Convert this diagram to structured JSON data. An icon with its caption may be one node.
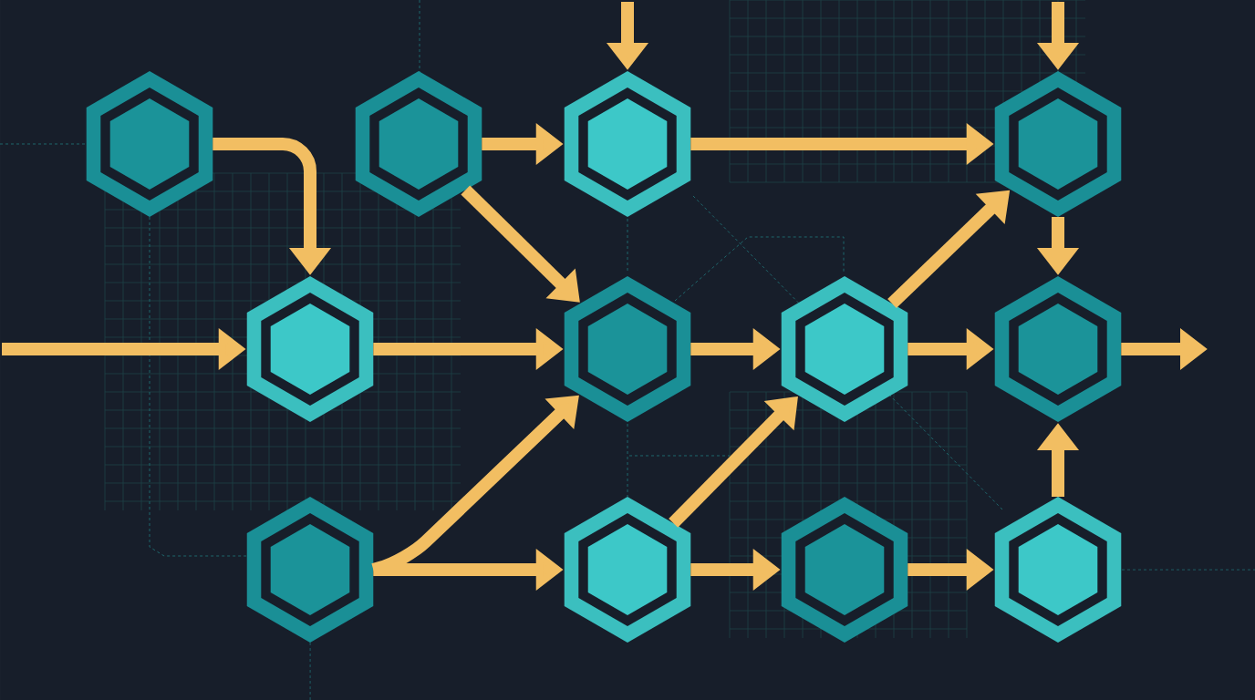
{
  "diagram": {
    "nodes": [
      {
        "text": [],
        "shape": "hexagon"
      },
      {
        "text": [],
        "shape": "hexagon"
      },
      {
        "text": [],
        "shape": "hexagon"
      },
      {
        "text": [],
        "shape": "hexagon"
      },
      {
        "text": [],
        "shape": "hexagon"
      },
      {
        "text": [],
        "shape": "hexagon"
      },
      {
        "text": [],
        "shape": "hexagon"
      },
      {
        "text": [],
        "shape": "hexagon"
      },
      {
        "text": [],
        "shape": "hexagon"
      },
      {
        "text": [],
        "shape": "hexagon"
      },
      {
        "text": [],
        "shape": "hexagon"
      },
      {
        "text": [],
        "shape": "hexagon"
      }
    ],
    "edges": [
      {
        "from": 0,
        "to": 4,
        "arrow": "to"
      },
      {
        "from": 1,
        "to": 2,
        "arrow": "to"
      },
      {
        "from": null,
        "to": 2,
        "arrow": "to"
      },
      {
        "from": 2,
        "to": 3,
        "arrow": "to"
      },
      {
        "from": null,
        "to": 3,
        "arrow": "to"
      },
      {
        "from": 1,
        "to": 5,
        "arrow": "to"
      },
      {
        "from": null,
        "to": 4,
        "arrow": "to"
      },
      {
        "from": 4,
        "to": 5,
        "arrow": "to"
      },
      {
        "from": 5,
        "to": 6,
        "arrow": "to"
      },
      {
        "from": 6,
        "to": 3,
        "arrow": "to"
      },
      {
        "from": 6,
        "to": 7,
        "arrow": "to"
      },
      {
        "from": 3,
        "to": 7,
        "arrow": "to"
      },
      {
        "from": 7,
        "to": null,
        "arrow": "to"
      },
      {
        "from": 8,
        "to": 5,
        "arrow": "to"
      },
      {
        "from": 8,
        "to": 9,
        "arrow": "to"
      },
      {
        "from": 9,
        "to": 6,
        "arrow": "to"
      },
      {
        "from": 9,
        "to": 10,
        "arrow": "to"
      },
      {
        "from": 10,
        "to": 11,
        "arrow": "to"
      },
      {
        "from": 11,
        "to": 7,
        "arrow": "to"
      }
    ]
  }
}
